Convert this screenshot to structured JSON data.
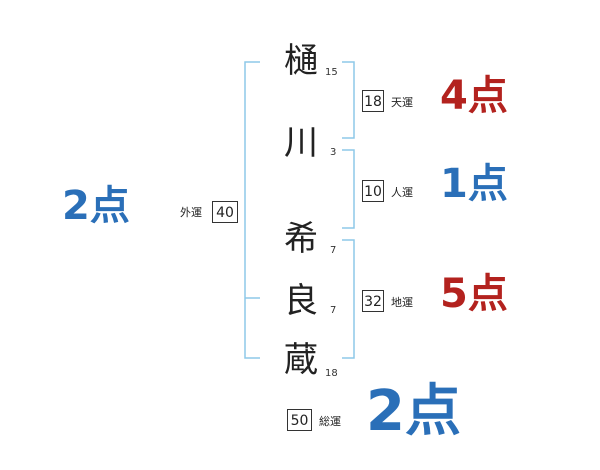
{
  "name_chars": [
    {
      "char": "樋",
      "strokes": "15"
    },
    {
      "char": "川",
      "strokes": "3"
    },
    {
      "char": "希",
      "strokes": "7"
    },
    {
      "char": "良",
      "strokes": "7"
    },
    {
      "char": "蔵",
      "strokes": "18"
    }
  ],
  "fortunes": {
    "gaiun": {
      "label": "外運",
      "value": "40",
      "score": "2点"
    },
    "tenun": {
      "label": "天運",
      "value": "18",
      "score": "4点"
    },
    "jinun": {
      "label": "人運",
      "value": "10",
      "score": "1点"
    },
    "chiun": {
      "label": "地運",
      "value": "32",
      "score": "5点"
    },
    "souun": {
      "label": "総運",
      "value": "50",
      "score": "2点"
    }
  },
  "colors": {
    "bracket": "#8ec9e8",
    "good": "#2a6fb8",
    "bad": "#b3221e"
  }
}
